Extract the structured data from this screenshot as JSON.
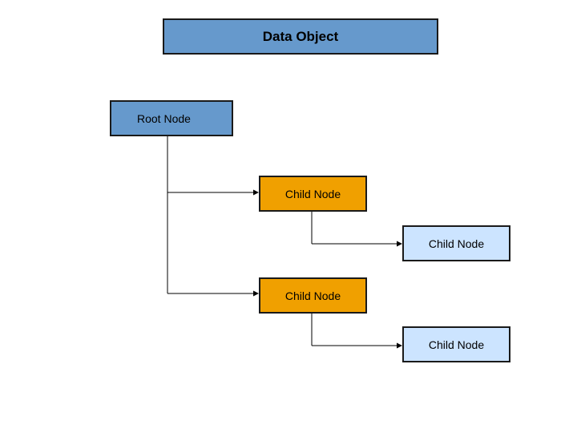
{
  "title": "Data Object",
  "nodes": {
    "root": "Root Node",
    "child_a": "Child Node",
    "child_a1": "Child Node",
    "child_b": "Child Node",
    "child_b1": "Child Node"
  },
  "colors": {
    "title_fill": "#6699cc",
    "root_fill": "#6699cc",
    "child_fill": "#f0a000",
    "grandchild_fill": "#cce4ff",
    "border": "#1a1a1a",
    "connector": "#000000"
  }
}
